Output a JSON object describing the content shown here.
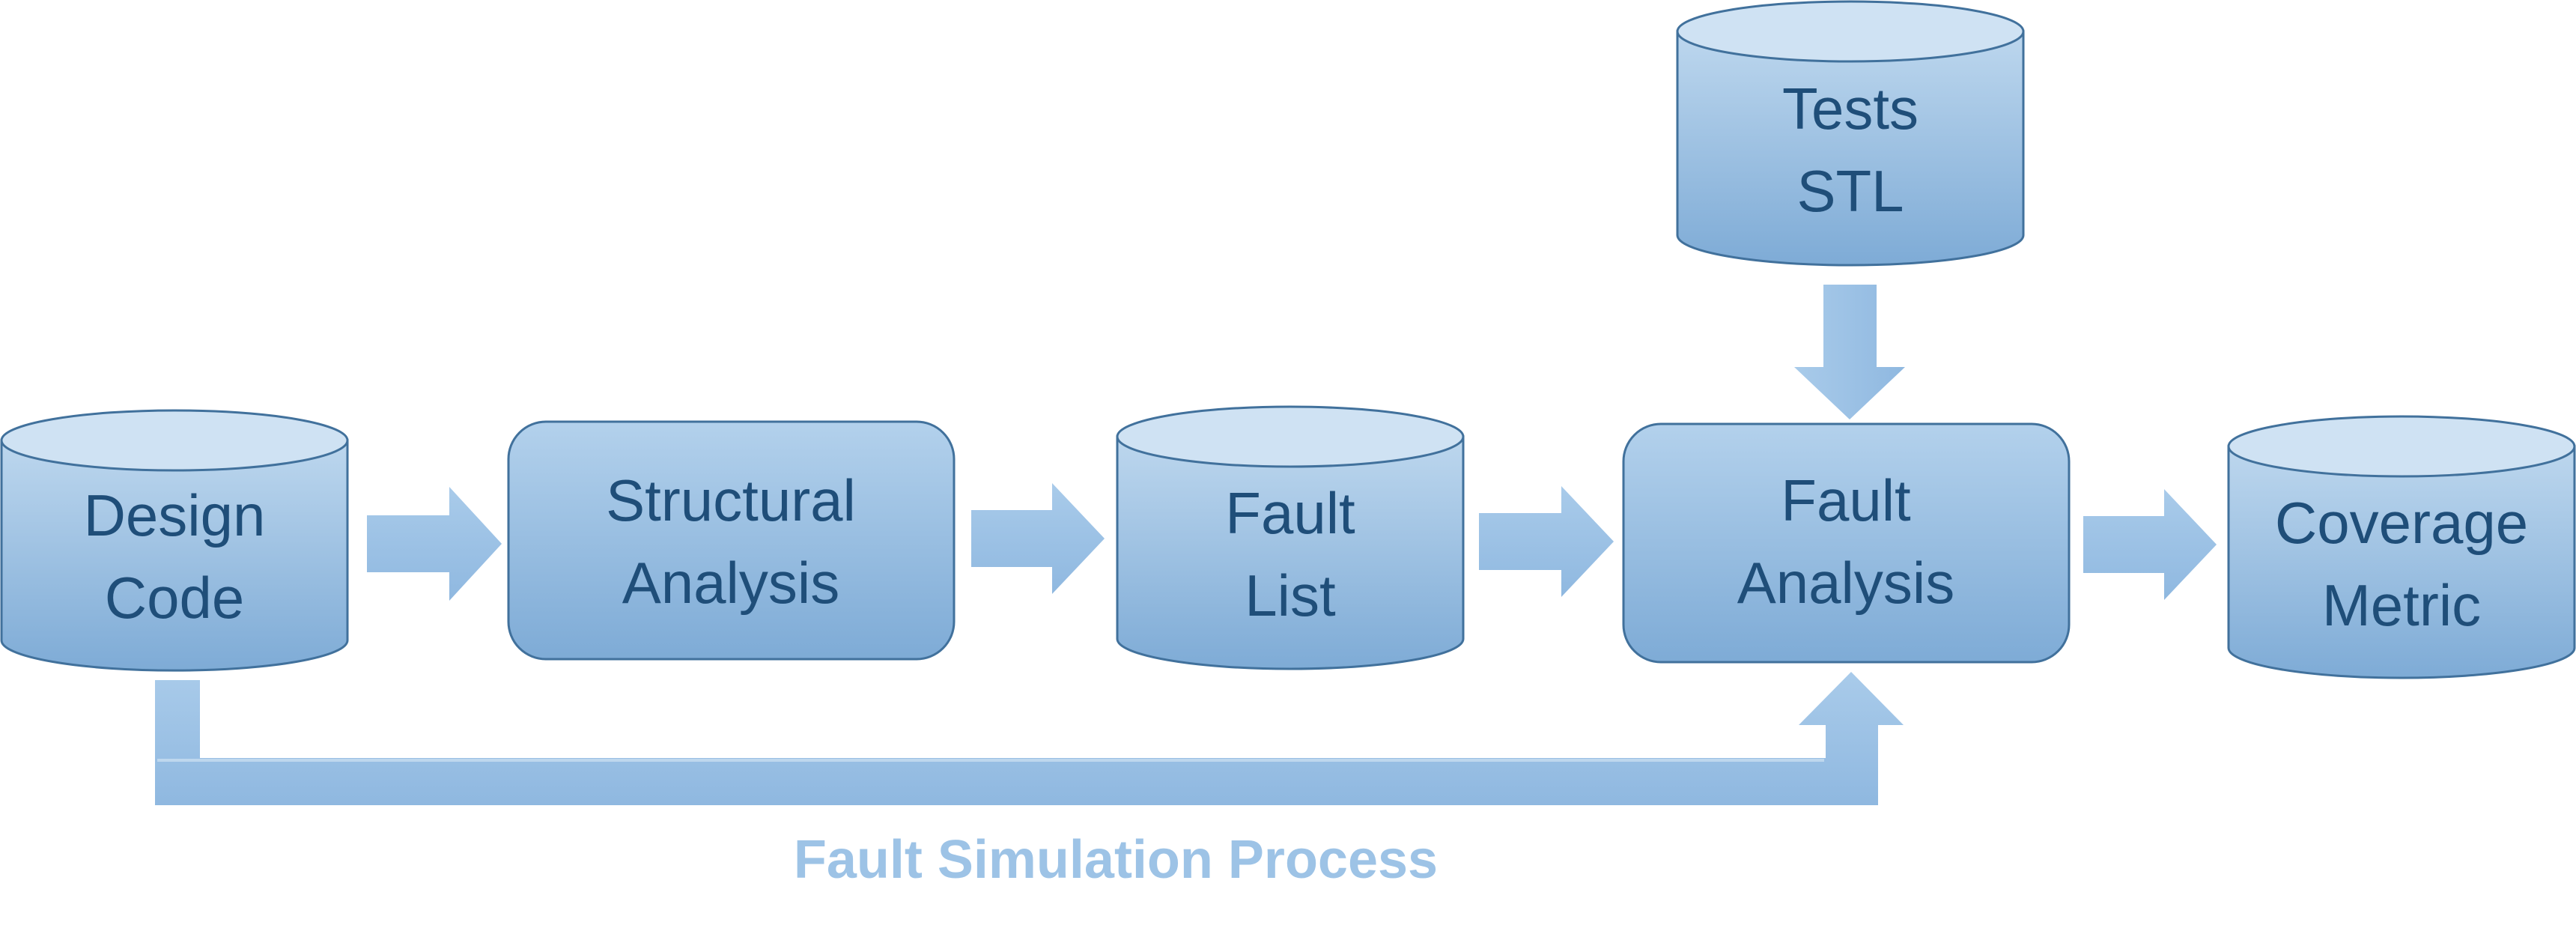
{
  "diagram": {
    "nodes": {
      "design_code": {
        "shape": "cylinder",
        "line1": "Design",
        "line2": "Code"
      },
      "structural_analysis": {
        "shape": "rounded-rect",
        "line1": "Structural",
        "line2": "Analysis"
      },
      "fault_list": {
        "shape": "cylinder",
        "line1": "Fault",
        "line2": "List"
      },
      "tests_stl": {
        "shape": "cylinder",
        "line1": "Tests",
        "line2": "STL"
      },
      "fault_analysis": {
        "shape": "rounded-rect",
        "line1": "Fault",
        "line2": "Analysis"
      },
      "coverage_metric": {
        "shape": "cylinder",
        "line1": "Coverage",
        "line2": "Metric"
      }
    },
    "edges": [
      {
        "from": "design_code",
        "to": "structural_analysis"
      },
      {
        "from": "structural_analysis",
        "to": "fault_list"
      },
      {
        "from": "fault_list",
        "to": "fault_analysis"
      },
      {
        "from": "fault_analysis",
        "to": "coverage_metric"
      },
      {
        "from": "tests_stl",
        "to": "fault_analysis"
      },
      {
        "from": "design_code",
        "to": "fault_analysis",
        "routing": "bottom-bypass"
      }
    ],
    "caption": "Fault Simulation Process",
    "colors": {
      "fill_top": "#bdd7ee",
      "fill_bottom": "#7eabd6",
      "cylinder_top": "#cfe2f3",
      "stroke": "#41719c",
      "text": "#1f4e79",
      "arrow": "#9dc3e6",
      "caption": "#9dc3e6"
    }
  }
}
